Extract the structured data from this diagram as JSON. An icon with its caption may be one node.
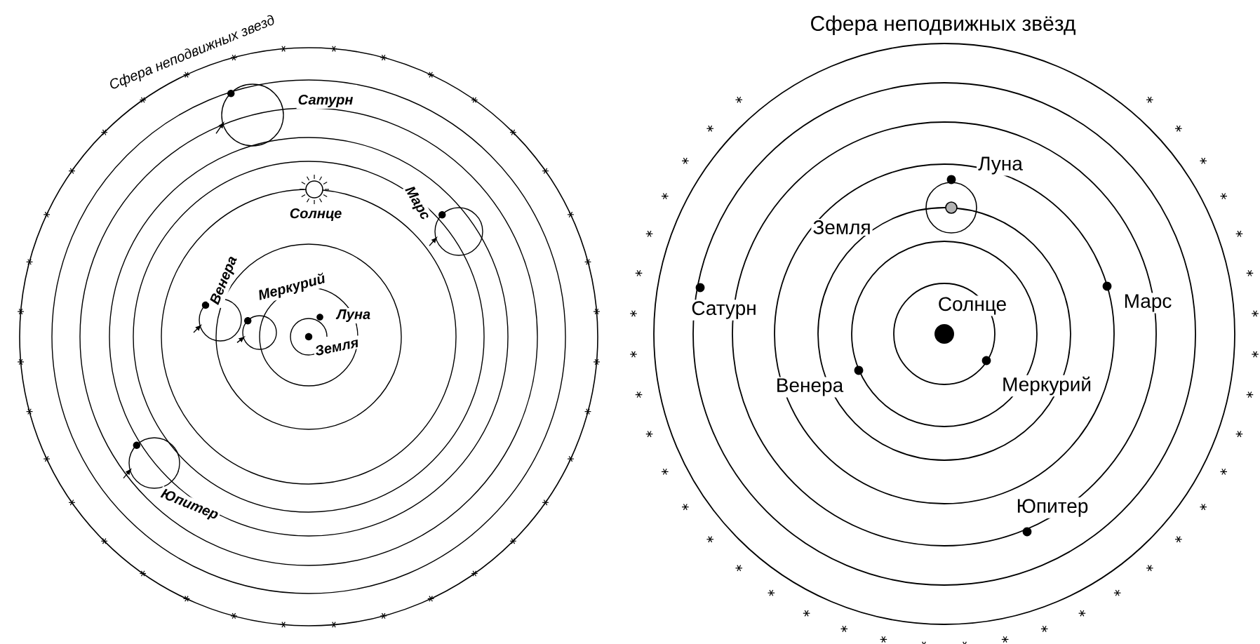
{
  "diagram": {
    "labels": [
      "Сфера неподвижных звезд",
      "Сатурн",
      "Солнце",
      "Марс",
      "Венера",
      "Меркурий",
      "Луна",
      "Земля",
      "Юпитер",
      "Сфера неподвижных звёзд",
      "Луна",
      "Земля",
      "Сатурн",
      "Солнце",
      "Марс",
      "Венера",
      "Меркурий",
      "Юпитер"
    ]
  }
}
